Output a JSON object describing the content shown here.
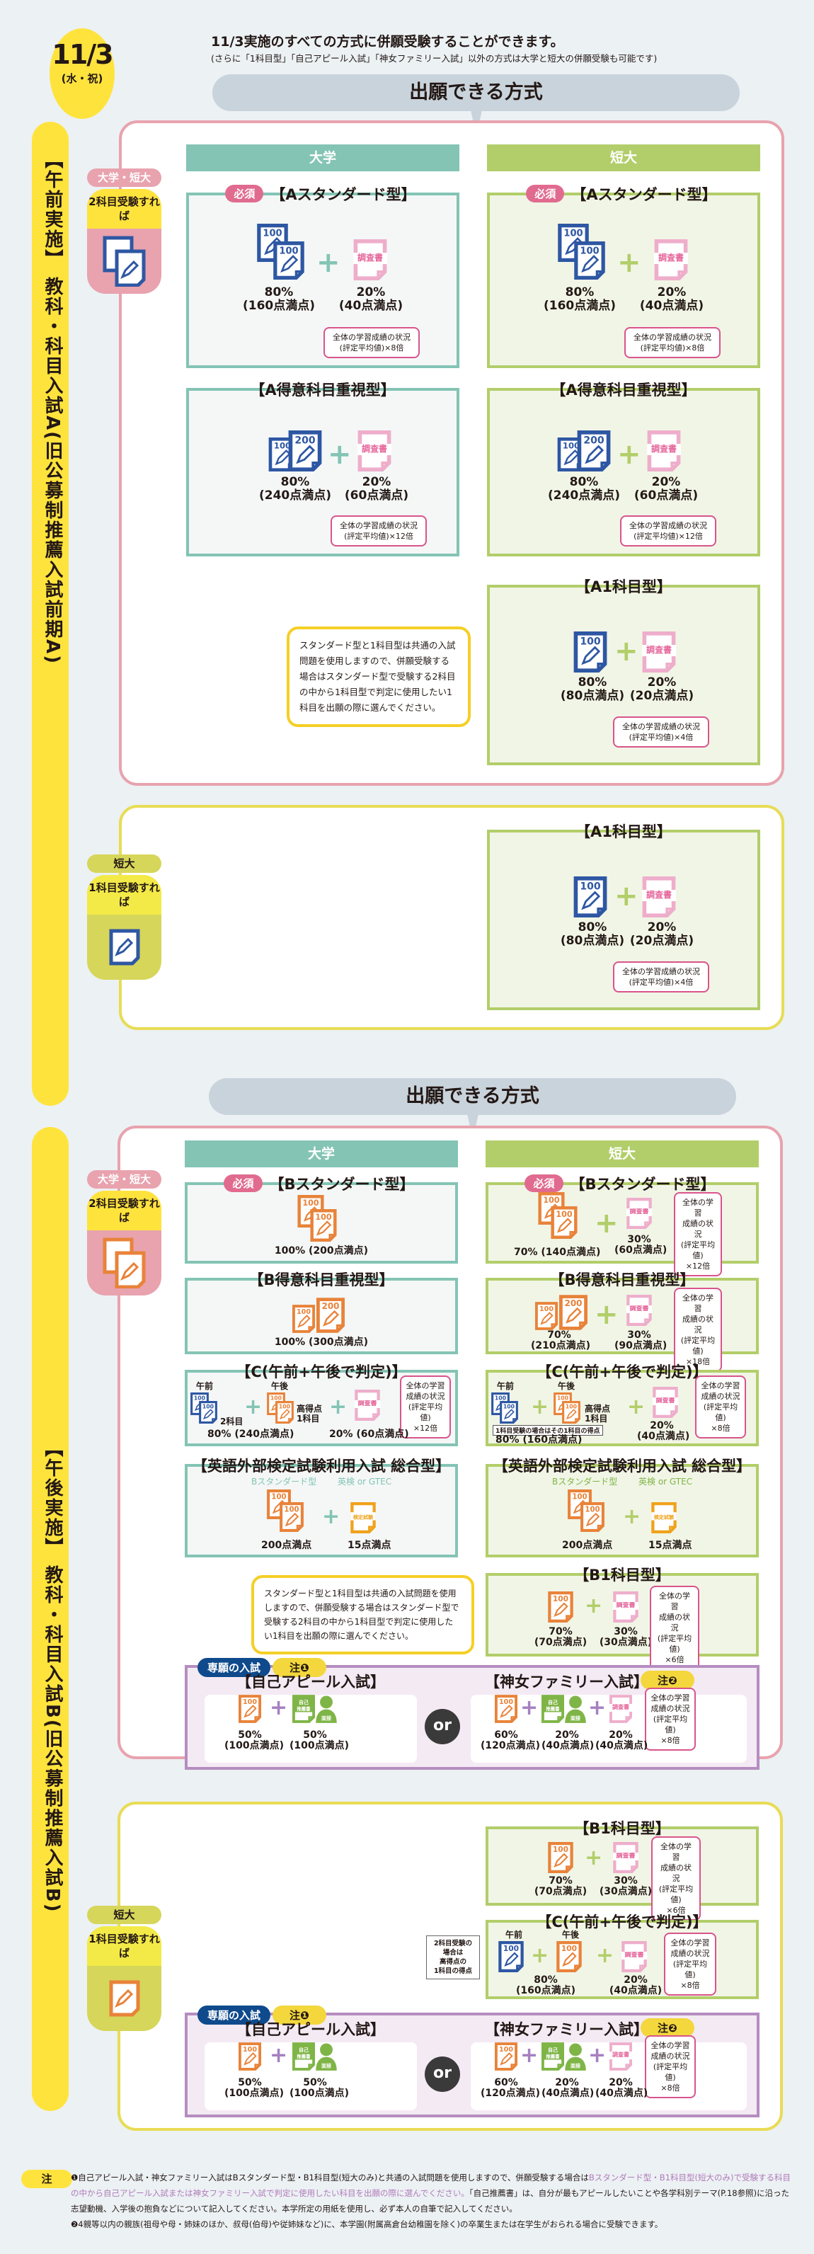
{
  "date_badge": {
    "month_day": "11/3",
    "weekday": "(水・祝)"
  },
  "intro": {
    "line1": "11/3実施のすべての方式に併願受験することができます。",
    "line2": "(さらに「1科目型」「自己アピール入試」「神女ファミリー入試」以外の方式は大学と短大の併願受験も可能です)"
  },
  "section_title": "出願できる方式",
  "columns": {
    "uni": "大学",
    "jc": "短大"
  },
  "required_label": "必須",
  "common": {
    "chousasho": "調査書",
    "mensetsu": "面接",
    "jiko": "自己推薦書",
    "kentei": "検定試験",
    "or": "or",
    "gozen": "午前",
    "gogo": "午後",
    "kotokuten": "高得点",
    "ichikamoku": "1科目",
    "nikamoku": "2科目"
  },
  "morning": {
    "vertical_label": "【午前実施】 教科・科目入試A(旧公募制推薦入試前期A)",
    "tag_both": {
      "top": "大学・短大",
      "cond": "2科目受験すれば"
    },
    "tag_jc": {
      "top": "短大",
      "cond": "1科目受験すれば"
    },
    "uni_standard": {
      "title": "【Aスタンダード型】",
      "exam_pct": "80%",
      "exam_pts": "(160点満点)",
      "report_pct": "20%",
      "report_pts": "(40点満点)",
      "note1": "全体の学習成績の状況",
      "note2": "(評定平均値)×8倍"
    },
    "jc_standard": {
      "title": "【Aスタンダード型】",
      "exam_pct": "80%",
      "exam_pts": "(160点満点)",
      "report_pct": "20%",
      "report_pts": "(40点満点)",
      "note1": "全体の学習成績の状況",
      "note2": "(評定平均値)×8倍"
    },
    "uni_tokui": {
      "title": "【A得意科目重視型】",
      "exam_pct": "80%",
      "exam_pts": "(240点満点)",
      "report_pct": "20%",
      "report_pts": "(60点満点)",
      "note1": "全体の学習成績の状況",
      "note2": "(評定平均値)×12倍"
    },
    "jc_tokui": {
      "title": "【A得意科目重視型】",
      "exam_pct": "80%",
      "exam_pts": "(240点満点)",
      "report_pct": "20%",
      "report_pts": "(60点満点)",
      "note1": "全体の学習成績の状況",
      "note2": "(評定平均値)×12倍"
    },
    "jc_one": {
      "title": "【A1科目型】",
      "exam_pct": "80%",
      "exam_pts": "(80点満点)",
      "report_pct": "20%",
      "report_pts": "(20点満点)",
      "note1": "全体の学習成績の状況",
      "note2": "(評定平均値)×4倍"
    },
    "jc_one_2": {
      "title": "【A1科目型】",
      "exam_pct": "80%",
      "exam_pts": "(80点満点)",
      "report_pct": "20%",
      "report_pts": "(20点満点)",
      "note1": "全体の学習成績の状況",
      "note2": "(評定平均値)×4倍"
    },
    "yellow_note": "スタンダード型と1科目型は共通の入試問題を使用しますので、併願受験する場合はスタンダード型で受験する2科目の中から1科目型で判定に使用したい1科目を出願の際に選んでください。"
  },
  "afternoon": {
    "vertical_label": "【午後実施】 教科・科目入試B(旧公募制推薦入試B)",
    "tag_both": {
      "top": "大学・短大",
      "cond": "2科目受験すれば"
    },
    "tag_jc": {
      "top": "短大",
      "cond": "1科目受験すれば"
    },
    "uni_standard": {
      "title": "【Bスタンダード型】",
      "total": "100% (200点満点)"
    },
    "jc_standard": {
      "title": "【Bスタンダード型】",
      "exam": "70% (140点満点)",
      "report_pct": "30%",
      "report_pts": "(60点満点)",
      "note": [
        "全体の学習",
        "成績の状況",
        "(評定平均値)",
        "×12倍"
      ]
    },
    "uni_tokui": {
      "title": "【B得意科目重視型】",
      "total": "100% (300点満点)"
    },
    "jc_tokui": {
      "title": "【B得意科目重視型】",
      "exam_pct": "70%",
      "exam_pts": "(210点満点)",
      "report_pct": "30%",
      "report_pts": "(90点満点)",
      "note": [
        "全体の学習",
        "成績の状況",
        "(評定平均値)",
        "×18倍"
      ]
    },
    "uni_c": {
      "title": "【C(午前+午後で判定)】",
      "exam": "80% (240点満点)",
      "report": "20% (60点満点)",
      "note": [
        "全体の学習",
        "成績の状況",
        "(評定平均値)",
        "×12倍"
      ]
    },
    "jc_c": {
      "title": "【C(午前+午後で判定)】",
      "exam": "80% (160点満点)",
      "report_pct": "20%",
      "report_pts": "(40点満点)",
      "sub_note": "1科目受験の場合はその1科目の得点",
      "note": [
        "全体の学習",
        "成績の状況",
        "(評定平均値)",
        "×8倍"
      ]
    },
    "uni_eiken": {
      "title": "【英語外部検定試験利用入試 総合型】",
      "sub1": "Bスタンダード型",
      "sub2": "英検 or GTEC",
      "pts1": "200点満点",
      "pts2": "15点満点"
    },
    "jc_eiken": {
      "title": "【英語外部検定試験利用入試 総合型】",
      "sub1": "Bスタンダード型",
      "sub2": "英検 or GTEC",
      "pts1": "200点満点",
      "pts2": "15点満点"
    },
    "jc_one": {
      "title": "【B1科目型】",
      "exam_pct": "70%",
      "exam_pts": "(70点満点)",
      "report_pct": "30%",
      "report_pts": "(30点満点)",
      "note": [
        "全体の学習",
        "成績の状況",
        "(評定平均値)",
        "×6倍"
      ]
    },
    "yellow_note": "スタンダード型と1科目型は共通の入試問題を使用しますので、併願受験する場合はスタンダード型で受験する2科目の中から1科目型で判定に使用したい1科目を出願の際に選んでください。",
    "senkan": {
      "label": "専願の入試",
      "note": "注❶",
      "appeal_title": "【自己アピール入試】",
      "appeal_exam_pct": "50%",
      "appeal_exam_pts": "(100点満点)",
      "appeal_self_pct": "50%",
      "appeal_self_pts": "(100点満点)",
      "family_title": "【神女ファミリー入試】",
      "family_note": "注❷",
      "family_exam_pct": "60%",
      "family_exam_pts": "(120点満点)",
      "family_self_pct": "20%",
      "family_self_pts": "(40点満点)",
      "family_report_pct": "20%",
      "family_report_pts": "(40点満点)",
      "family_report_note": [
        "全体の学習",
        "成績の状況",
        "(評定平均値)",
        "×8倍"
      ]
    },
    "jc2_one": {
      "title": "【B1科目型】",
      "exam_pct": "70%",
      "exam_pts": "(70点満点)",
      "report_pct": "30%",
      "report_pts": "(30点満点)",
      "note": [
        "全体の学習",
        "成績の状況",
        "(評定平均値)",
        "×6倍"
      ]
    },
    "jc2_c": {
      "title": "【C(午前+午後で判定)】",
      "exam_pct": "80%",
      "exam_pts": "(160点満点)",
      "report_pct": "20%",
      "report_pts": "(40点満点)",
      "side_note": [
        "2科目受験の",
        "場合は",
        "高得点の",
        "1科目の得点"
      ],
      "note": [
        "全体の学習",
        "成績の状況",
        "(評定平均値)",
        "×8倍"
      ]
    }
  },
  "footnote": {
    "tag": "注",
    "n1a": "❶自己アピール入試・神女ファミリー入試はBスタンダード型・B1科目型(短大のみ)と共通の入試問題を使用しますので、併願受験する場合は",
    "n1b": "Bスタンダード型・B1科目型(短大のみ)で受験する科目の中から自己アピール入試または神女ファミリー入試で判定に使用したい科目を出願の際に選んでください。",
    "n1c": "「自己推薦書」は、自分が最もアピールしたいことや各学科別テーマ(P.18参照)に沿った志望動機、入学後の抱負などについて記入してください。本学所定の用紙を使用し、必ず本人の自筆で記入してください。",
    "n2": "❷4親等以内の親族(祖母や母・姉妹のほか、叔母(伯母)や従姉妹など)に、本学園(附属高倉台幼稚園を除く)の卒業生または在学生がおられる場合に受験できます。"
  },
  "colors": {
    "blue": "#2e57a3",
    "orange": "#e8833a",
    "pink": "#e8a3be",
    "teal": "#84c4b4",
    "lime": "#b2ce6a",
    "yellow": "#ffe33d"
  }
}
